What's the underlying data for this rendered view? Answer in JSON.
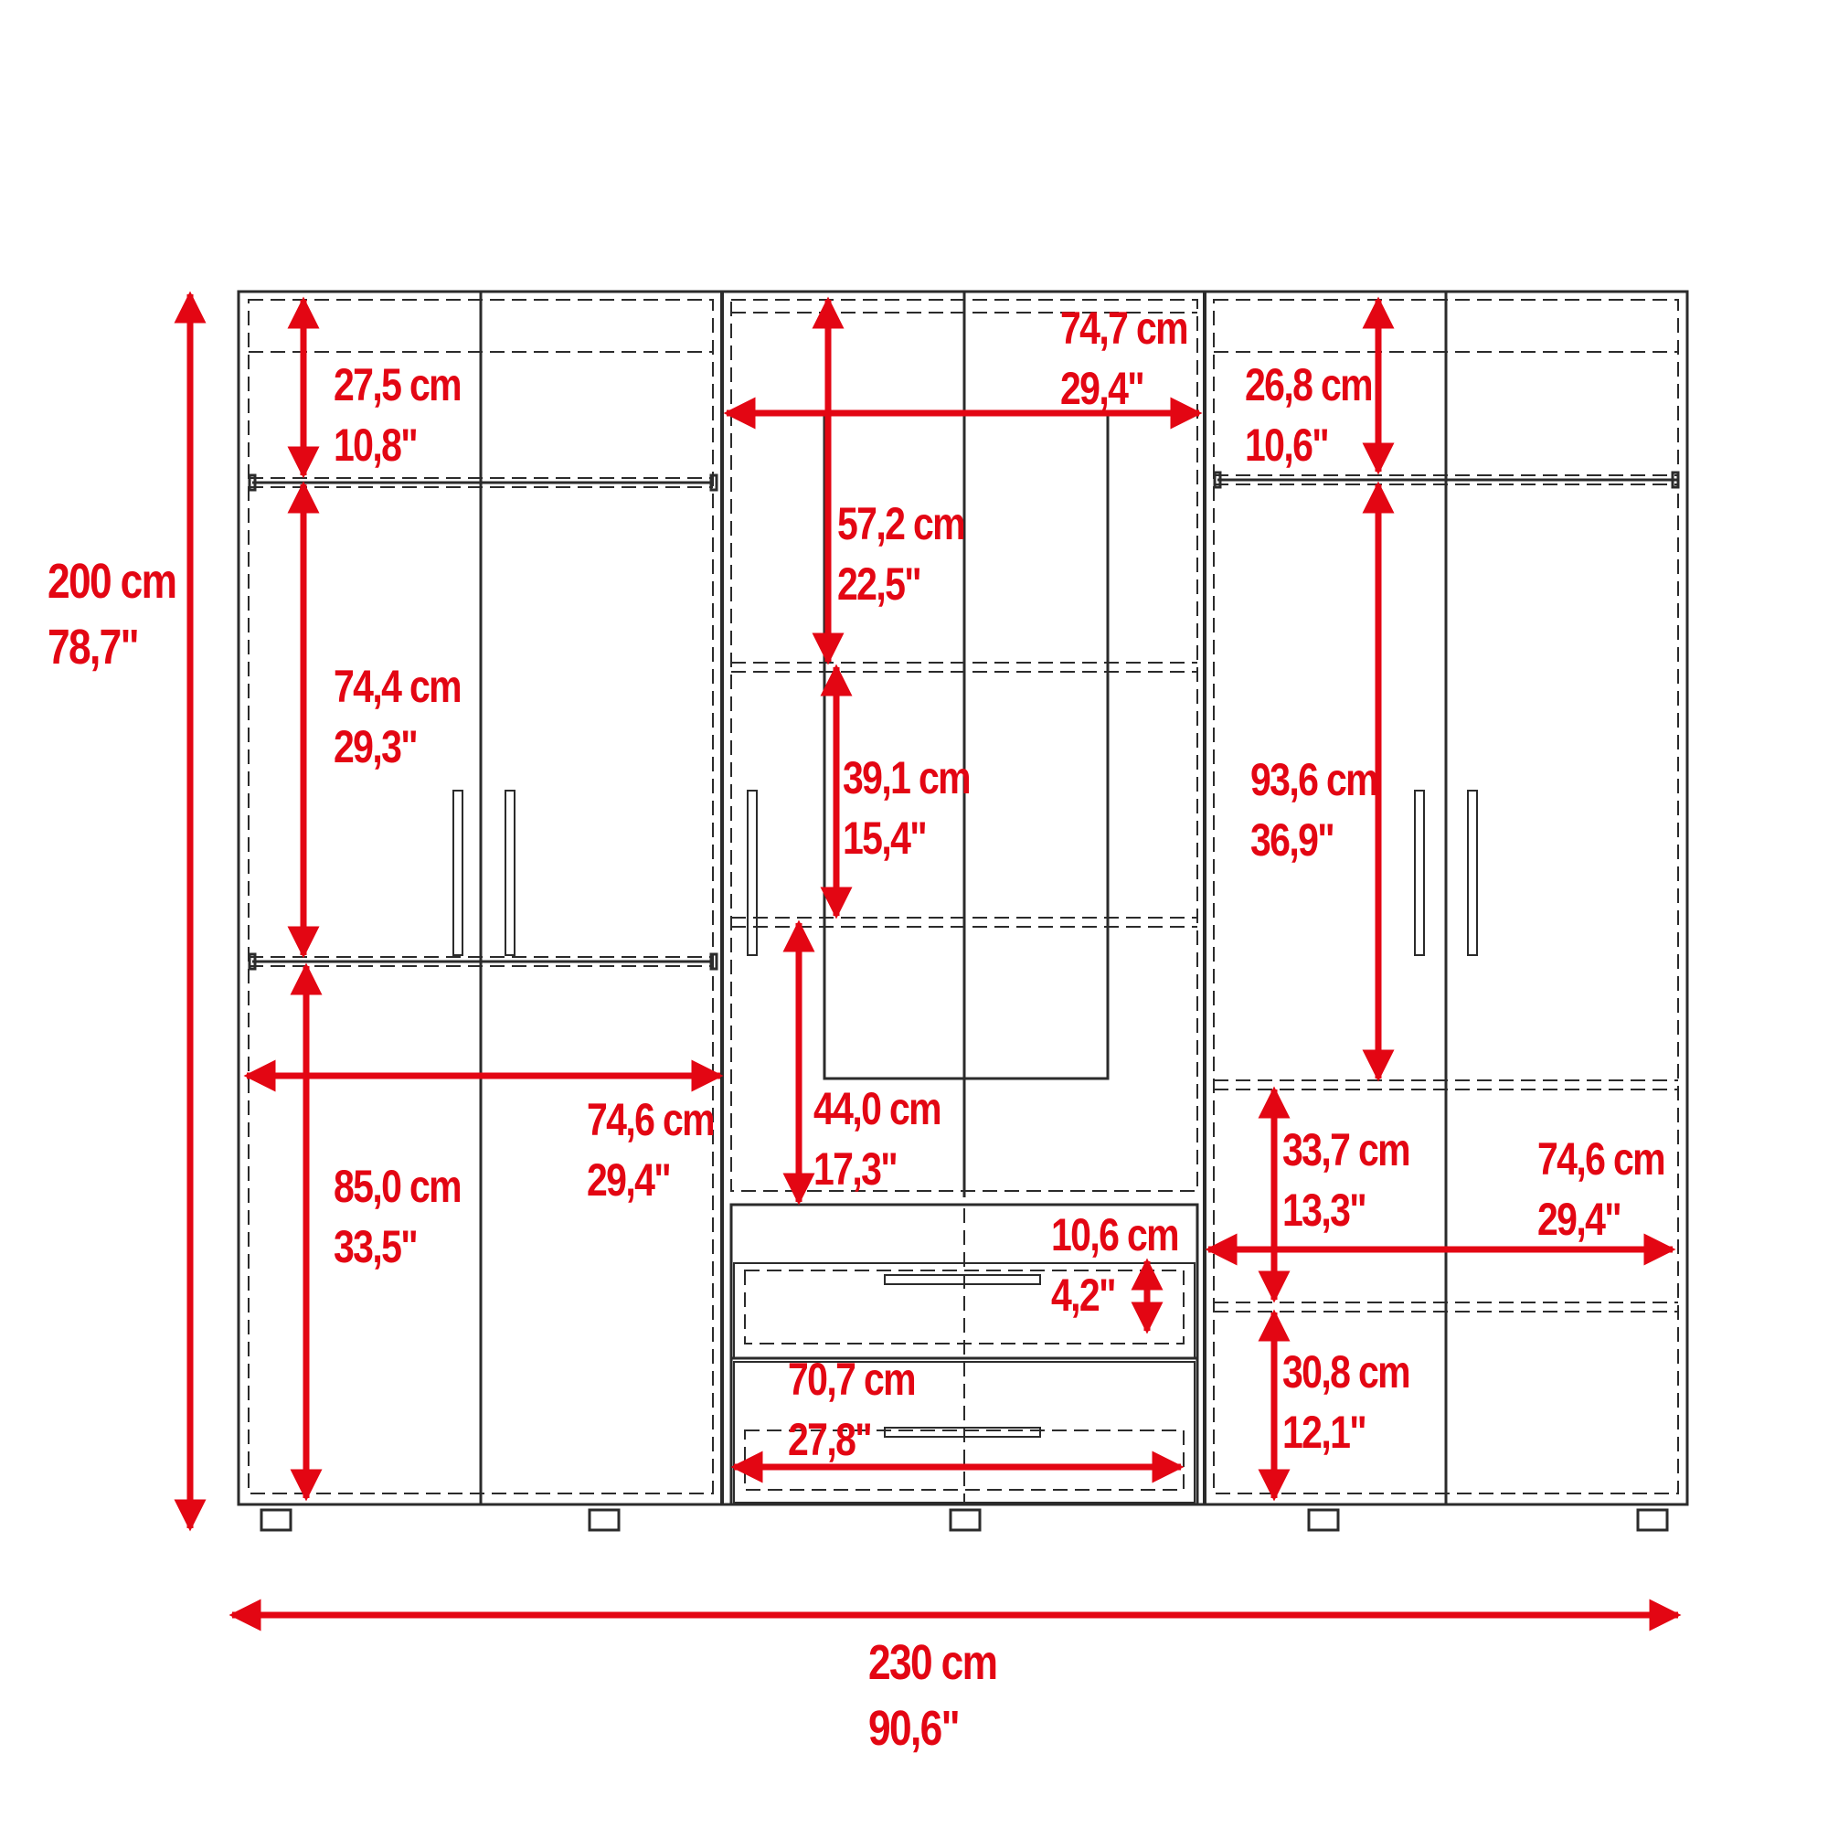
{
  "colors": {
    "dimension": "#e30613",
    "outline": "#2b2b2b",
    "background": "#ffffff"
  },
  "dimensions": {
    "overall_height": {
      "cm": "200 cm",
      "in": "78,7\""
    },
    "overall_width": {
      "cm": "230 cm",
      "in": "90,6\""
    },
    "left_top_shelf": {
      "cm": "27,5 cm",
      "in": "10,8\""
    },
    "left_middle": {
      "cm": "74,4 cm",
      "in": "29,3\""
    },
    "left_bottom": {
      "cm": "85,0 cm",
      "in": "33,5\""
    },
    "left_width": {
      "cm": "74,6 cm",
      "in": "29,4\""
    },
    "center_width": {
      "cm": "74,7 cm",
      "in": "29,4\""
    },
    "center_top": {
      "cm": "57,2 cm",
      "in": "22,5\""
    },
    "center_middle": {
      "cm": "39,1 cm",
      "in": "15,4\""
    },
    "center_lower": {
      "cm": "44,0 cm",
      "in": "17,3\""
    },
    "drawer_height": {
      "cm": "10,6 cm",
      "in": "4,2\""
    },
    "drawer_width": {
      "cm": "70,7 cm",
      "in": "27,8\""
    },
    "right_top_shelf": {
      "cm": "26,8 cm",
      "in": "10,6\""
    },
    "right_middle": {
      "cm": "93,6 cm",
      "in": "36,9\""
    },
    "right_lower_shelf": {
      "cm": "33,7 cm",
      "in": "13,3\""
    },
    "right_bottom": {
      "cm": "30,8 cm",
      "in": "12,1\""
    },
    "right_width": {
      "cm": "74,6 cm",
      "in": "29,4\""
    }
  }
}
